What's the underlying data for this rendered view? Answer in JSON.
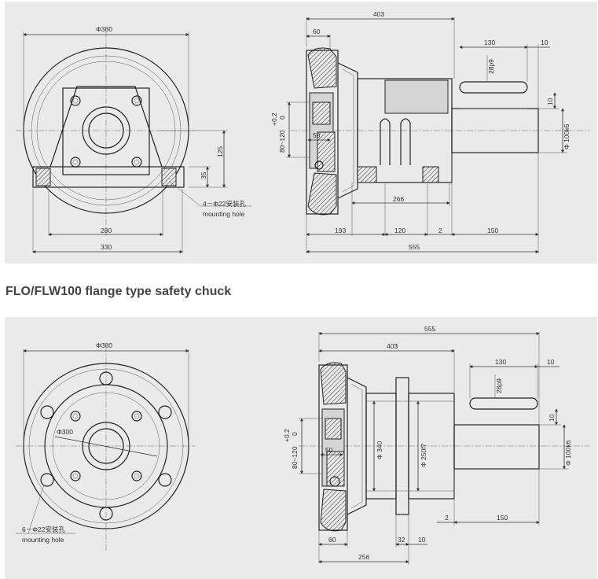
{
  "caption": "FLO/FLW100 flange type safety chuck",
  "top": {
    "front": {
      "dia": "Φ380",
      "dim_280": "280",
      "dim_330": "330",
      "dim_125": "125",
      "dim_35": "35",
      "hole_cn": "4－Φ22安装孔",
      "hole_en": "mounting hole"
    },
    "side": {
      "d403": "403",
      "d60": "60",
      "d130": "130",
      "d10a": "10",
      "d28p9": "28p9",
      "d10b": "10",
      "d100k6": "Φ 100k6",
      "d50": "50",
      "d80_120": "80~120",
      "tol_hi": "+0.2",
      "tol_lo": "0",
      "d266": "266",
      "d193": "193",
      "d120": "120",
      "d2": "2",
      "d150": "150",
      "d555": "555"
    }
  },
  "bottom": {
    "front": {
      "dia": "Φ380",
      "d300": "Φ300",
      "hole_cn": "6－Φ22安装孔",
      "hole_en": "mounting hole"
    },
    "side": {
      "d555": "555",
      "d403": "403",
      "d130": "130",
      "d10a": "10",
      "d28p9": "28p9",
      "d10b": "10",
      "d100k6": "Φ 100k6",
      "d50": "50",
      "d80_120": "80~120",
      "tol_hi": "+0.2",
      "tol_lo": "0",
      "d340": "Φ 340",
      "d250f7": "Φ 250f7",
      "d2": "2",
      "d150": "150",
      "d60": "60",
      "d32": "32",
      "d10c": "10",
      "d256": "256"
    }
  }
}
